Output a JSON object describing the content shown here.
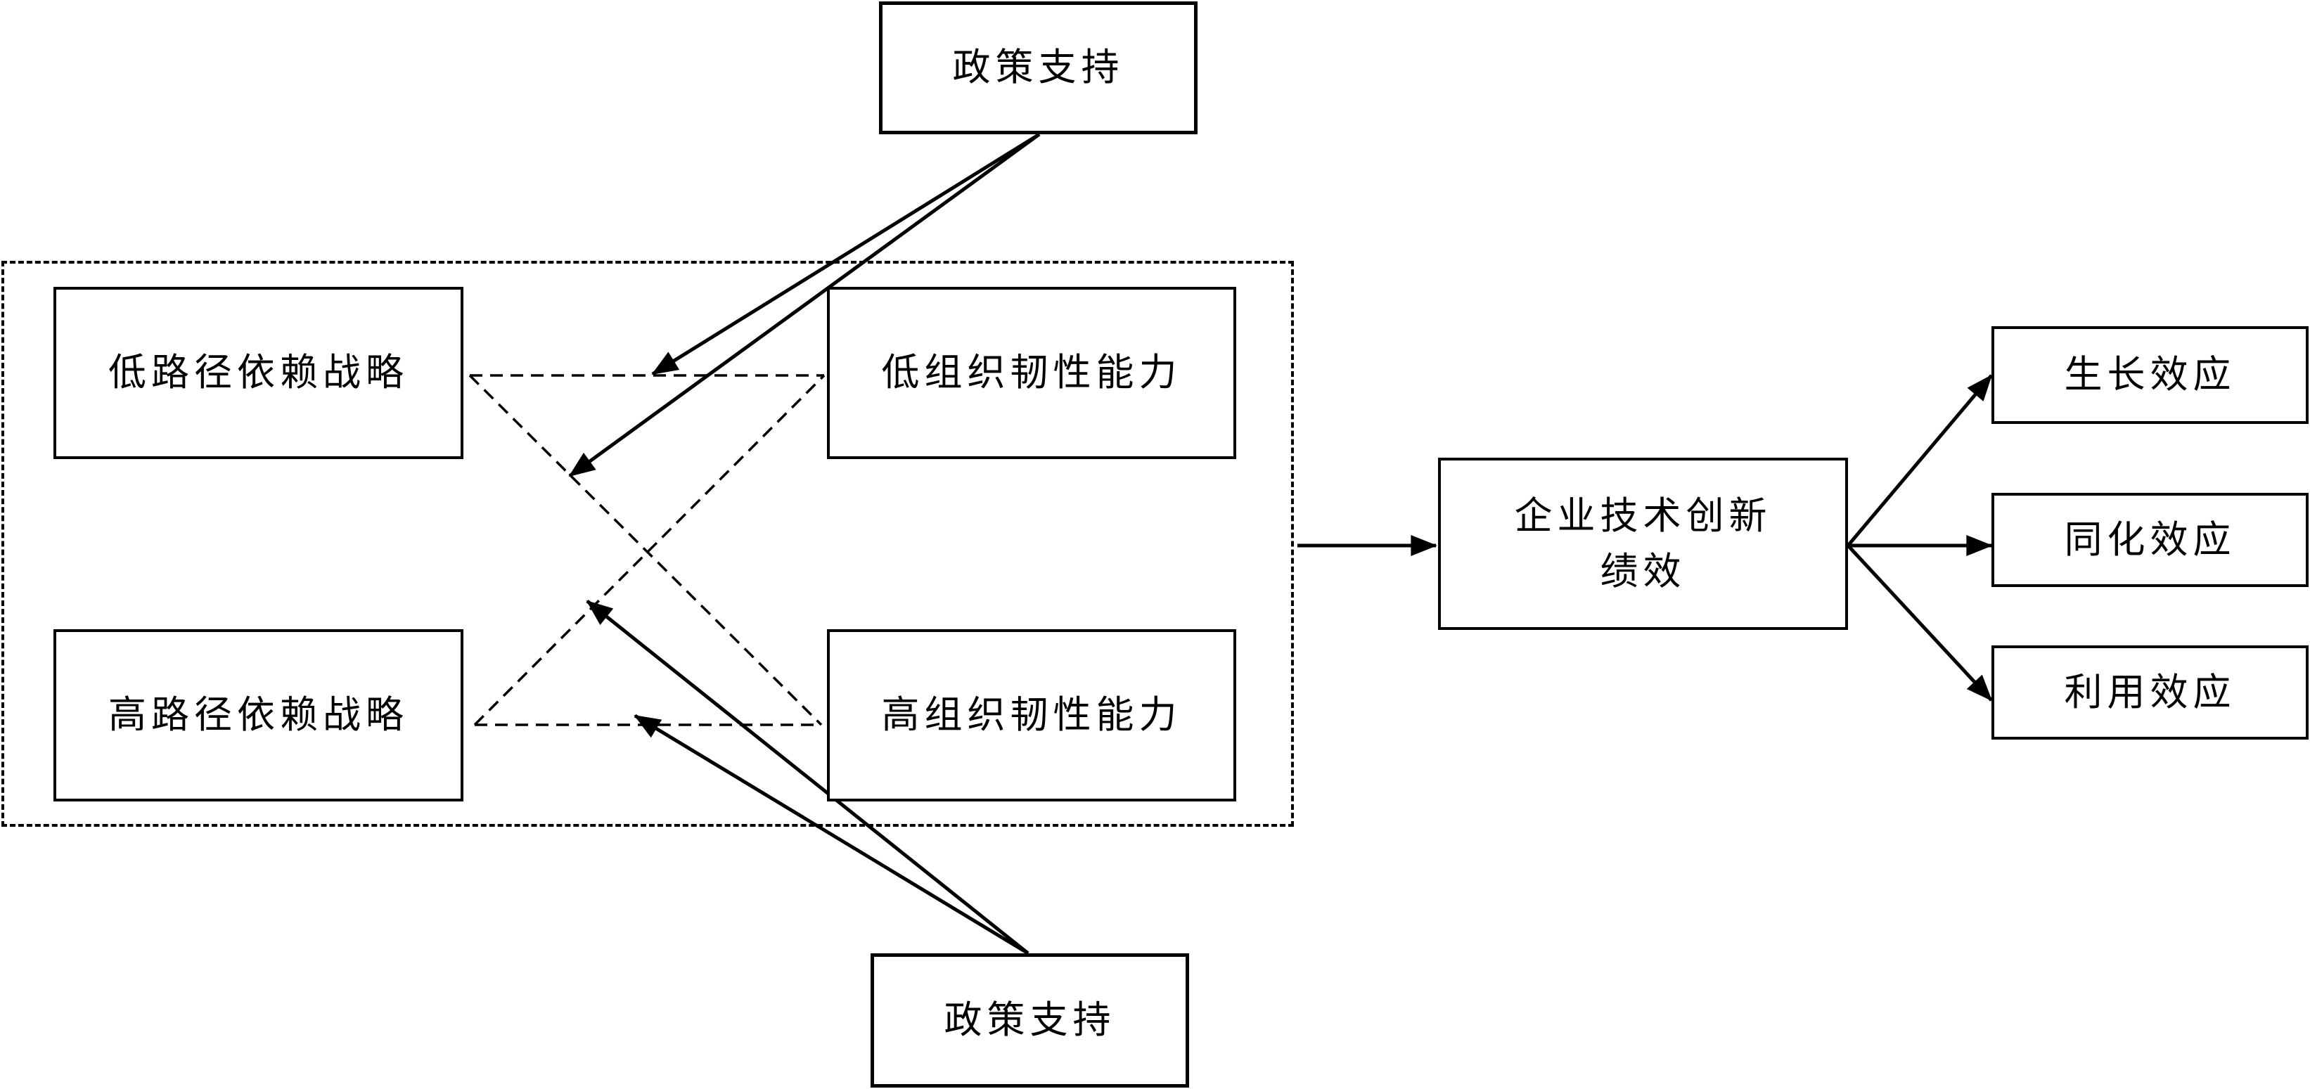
{
  "diagram": {
    "policy_support_top": "政策支持",
    "policy_support_bottom": "政策支持",
    "low_path_strategy": "低路径依赖战略",
    "high_path_strategy": "高路径依赖战略",
    "low_org_resilience": "低组织韧性能力",
    "high_org_resilience": "高组织韧性能力",
    "innovation_performance_line1": "企业技术创新",
    "innovation_performance_line2": "绩效",
    "growth_effect": "生长效应",
    "assimilation_effect": "同化效应",
    "utilization_effect": "利用效应"
  },
  "colors": {
    "stroke": "#000000",
    "background": "#ffffff"
  }
}
